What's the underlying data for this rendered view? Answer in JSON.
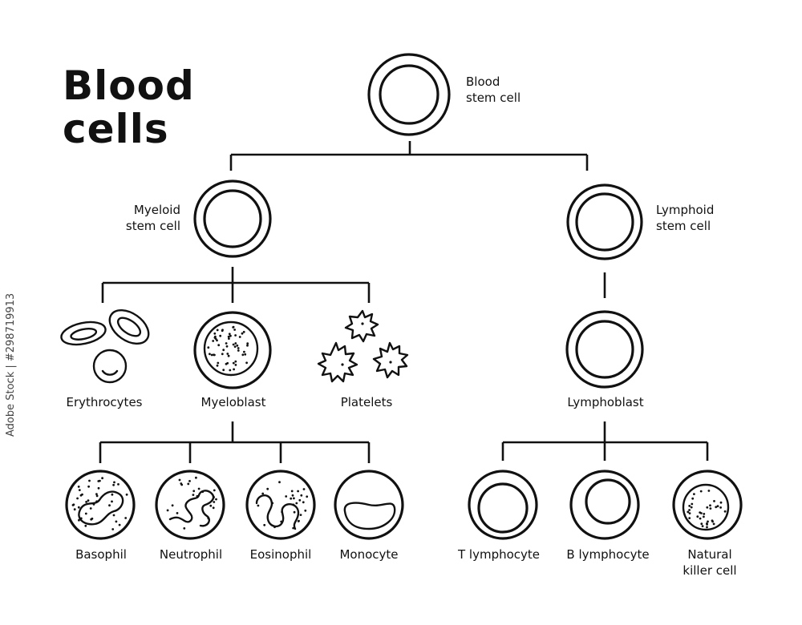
{
  "title": {
    "line1": "Blood",
    "line2": "cells"
  },
  "nodes": {
    "blood_stem_cell": {
      "line1": "Blood",
      "line2": "stem cell"
    },
    "myeloid_stem_cell": {
      "line1": "Myeloid",
      "line2": "stem cell"
    },
    "lymphoid_stem_cell": {
      "line1": "Lymphoid",
      "line2": "stem cell"
    },
    "erythrocytes": "Erythrocytes",
    "myeloblast": "Myeloblast",
    "platelets": "Platelets",
    "lymphoblast": "Lymphoblast",
    "basophil": "Basophil",
    "neutrophil": "Neutrophil",
    "eosinophil": "Eosinophil",
    "monocyte": "Monocyte",
    "t_lymphocyte": "T lymphocyte",
    "b_lymphocyte": "B lymphocyte",
    "natural_killer_cell": {
      "line1": "Natural",
      "line2": "killer cell"
    }
  },
  "watermark": "Adobe Stock | #298719913",
  "colors": {
    "ink": "#111111",
    "background": "#ffffff"
  }
}
